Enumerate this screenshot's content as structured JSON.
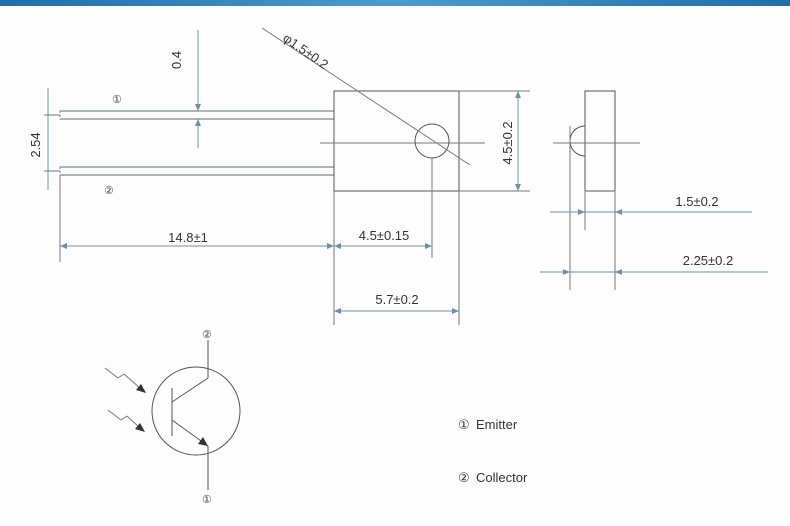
{
  "dimensions": {
    "lead_thickness": "0.4",
    "hole_diameter": "φ1.5±0.2",
    "pin_pitch": "2.54",
    "lead_length": "14.8±1",
    "body_height": "4.5±0.2",
    "lens_offset": "4.5±0.15",
    "body_width": "5.7±0.2",
    "side_depth": "1.5±0.2",
    "side_total": "2.25±0.2"
  },
  "pin_markers": {
    "top_lead": "①",
    "bottom_lead": "②",
    "symbol_top": "②",
    "symbol_bottom": "①"
  },
  "legend": {
    "pin1_num": "①",
    "pin1_name": "Emitter",
    "pin2_num": "②",
    "pin2_name": "Collector"
  },
  "colors": {
    "header_bar": "#1d6fa8",
    "line": "#555555",
    "dimension_line": "#6e8fa8"
  }
}
